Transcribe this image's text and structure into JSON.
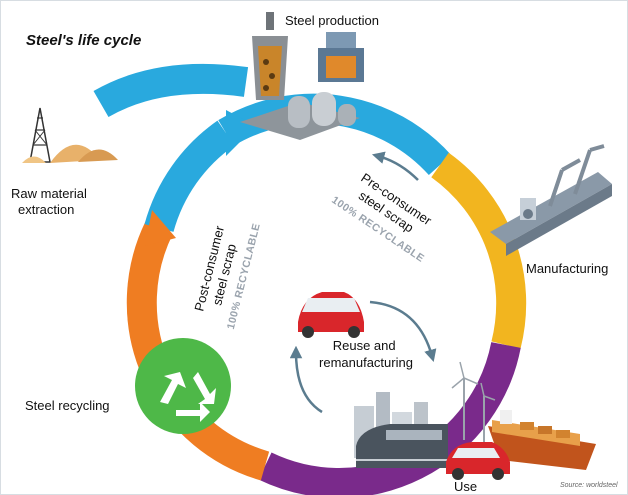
{
  "title": "Steel's life cycle",
  "stages": {
    "steel_production": "Steel production",
    "raw_material": {
      "line1": "Raw material",
      "line2": "extraction"
    },
    "manufacturing": "Manufacturing",
    "use": "Use",
    "steel_recycling": "Steel recycling"
  },
  "inner": {
    "pre_consumer": {
      "line1": "Pre-consumer",
      "line2": "steel scrap",
      "recyclable": "100% RECYCLABLE"
    },
    "post_consumer": {
      "line1": "Post-consumer",
      "line2": "steel scrap",
      "recyclable": "100% RECYCLABLE"
    },
    "reuse": {
      "line1": "Reuse and",
      "line2": "remanufacturing"
    }
  },
  "source": "Source: worldsteel",
  "colors": {
    "production_blue": "#29a9de",
    "manufacturing_yellow": "#f2b51f",
    "use_purple": "#7a2a8b",
    "recycling_orange": "#ef7d22",
    "recycling_green": "#4eb848",
    "arrow_slate": "#5b7c8f"
  },
  "icons": [
    "oil-derrick-icon",
    "ore-pile-icon",
    "blast-furnace-icon",
    "converter-icon",
    "steel-products-icon",
    "factory-robot-icon",
    "recycling-icon",
    "city-buildings-icon",
    "wind-turbine-icon",
    "train-icon",
    "ship-icon",
    "red-car-use-icon",
    "reuse-car-icon"
  ]
}
